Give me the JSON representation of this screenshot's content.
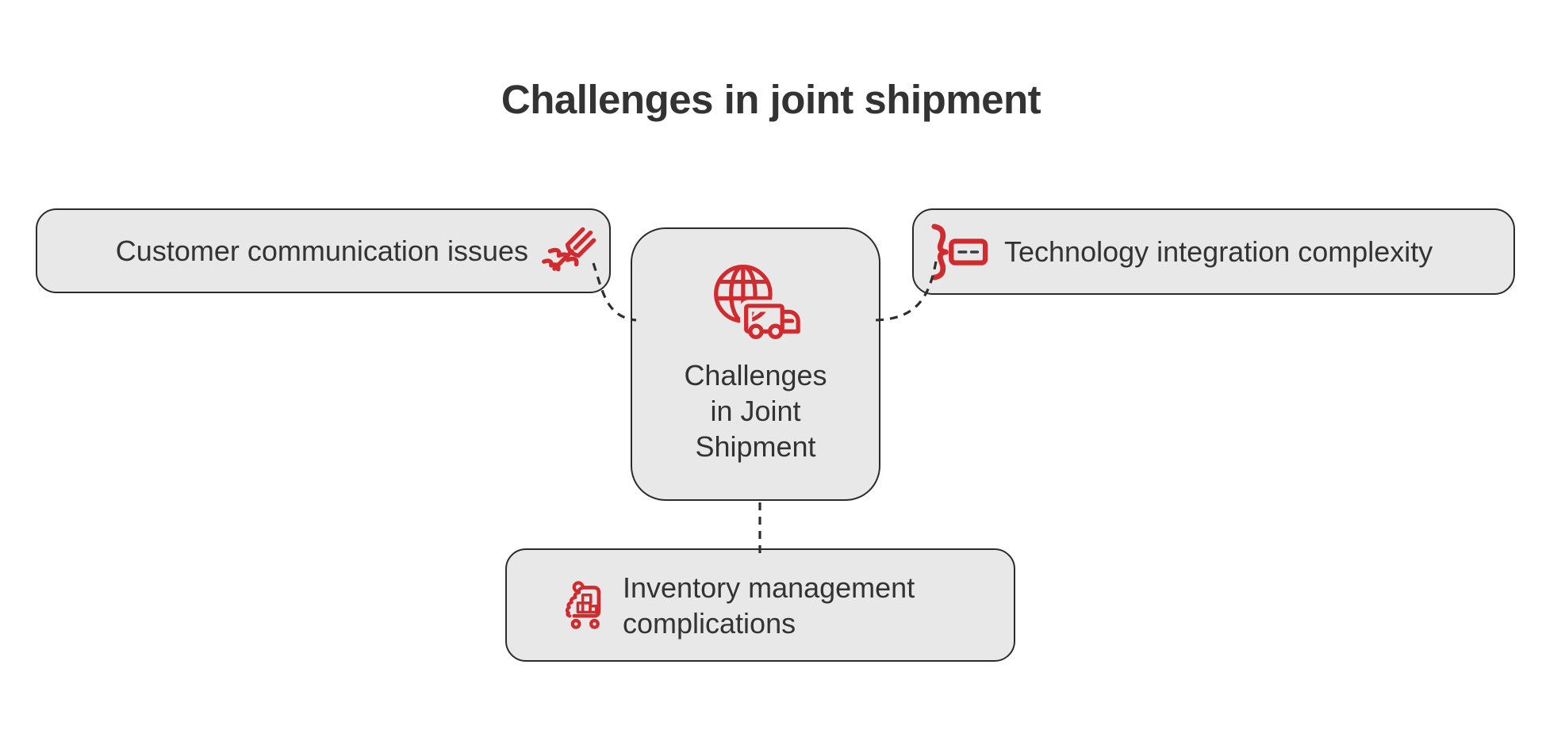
{
  "title": "Challenges in joint shipment",
  "colors": {
    "background": "#ffffff",
    "accent_red": "#d02b2f",
    "box_fill": "#e8e8e8",
    "box_border": "#2b2b2b",
    "text": "#333333",
    "connector": "#2e2e2e",
    "icon_dash": "#3a3a3a"
  },
  "center_node": {
    "label": "Challenges in Joint Shipment",
    "lines": [
      "Challenges",
      "in Joint",
      "Shipment"
    ],
    "icon": "globe-truck"
  },
  "branches": [
    {
      "label": "Customer communication issues",
      "icon": "fist-holding-fork",
      "position": "left"
    },
    {
      "label": "Technology integration complexity",
      "icon": "code-brace-annotation",
      "position": "right"
    },
    {
      "label": "Inventory management complications",
      "icon": "inventory-cart",
      "position": "bottom"
    }
  ]
}
